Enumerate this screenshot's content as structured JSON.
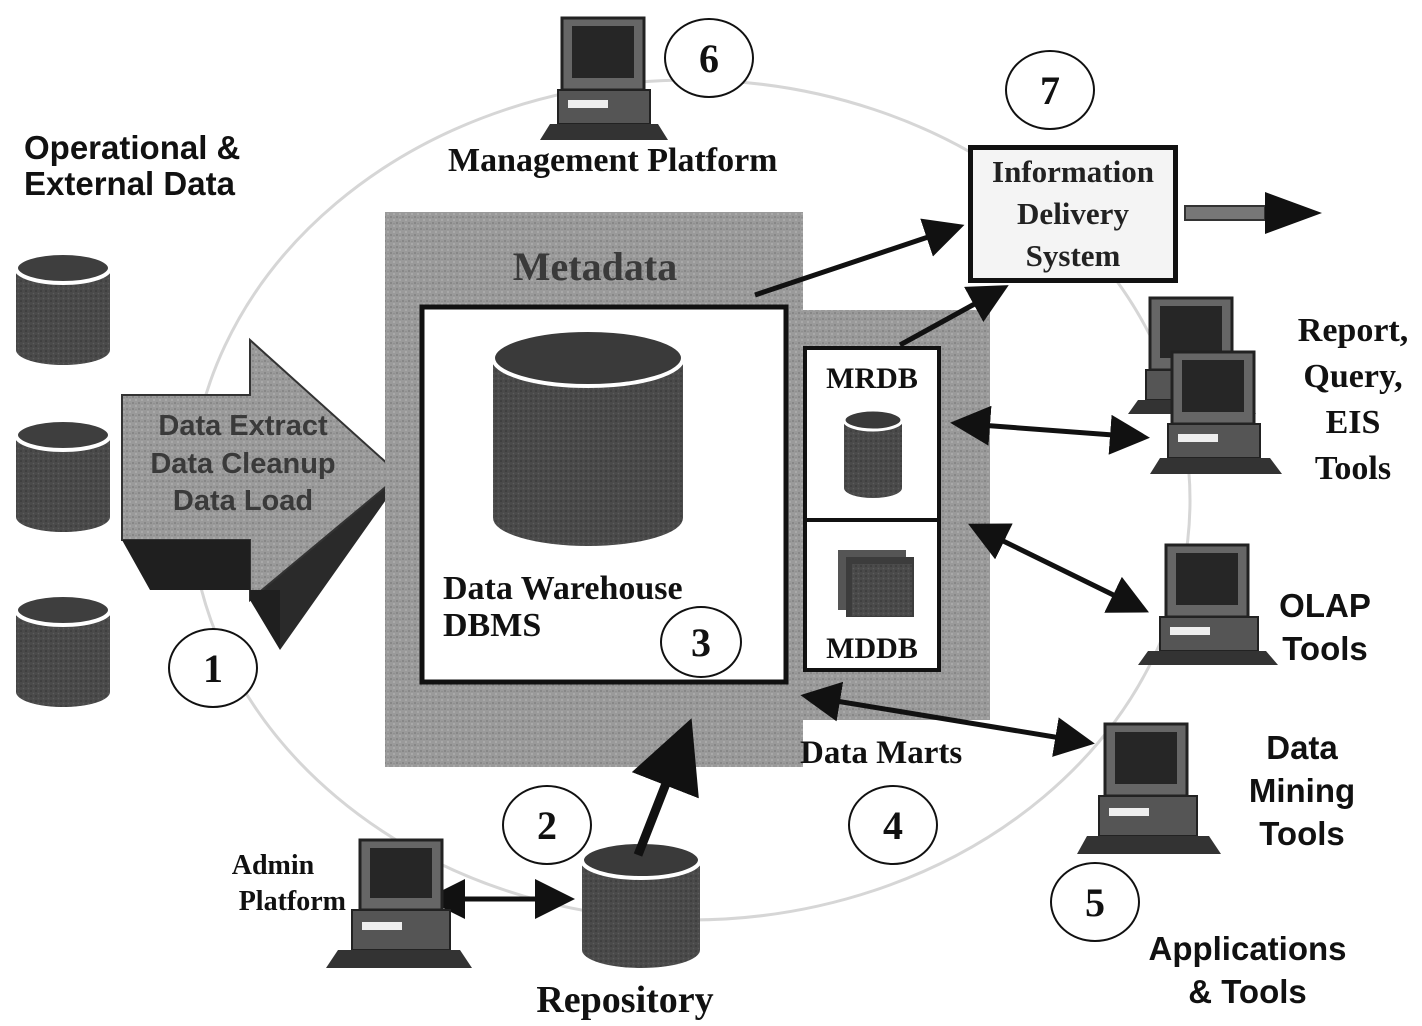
{
  "sources": {
    "title_line1": "Operational &",
    "title_line2": "External Data"
  },
  "etl": {
    "line1": "Data Extract",
    "line2": "Data Cleanup",
    "line3": "Data Load"
  },
  "metadata": {
    "label": "Metadata"
  },
  "warehouse": {
    "line1": "Data Warehouse",
    "line2": "DBMS"
  },
  "data_marts": {
    "label": "Data Marts",
    "mrdb": "MRDB",
    "mddb": "MDDB"
  },
  "management": {
    "label": "Management Platform"
  },
  "ids": {
    "line1": "Information",
    "line2": "Delivery",
    "line3": "System"
  },
  "tools": {
    "report_line1": "Report,",
    "report_line2": "Query,",
    "report_line3": "EIS",
    "report_line4": "Tools",
    "olap_line1": "OLAP",
    "olap_line2": "Tools",
    "mining_line1": "Data",
    "mining_line2": "Mining",
    "mining_line3": "Tools",
    "apps_line1": "Applications",
    "apps_line2": "& Tools"
  },
  "admin": {
    "line1": "Admin",
    "line2": "Platform"
  },
  "repository": {
    "label": "Repository"
  },
  "numbers": {
    "n1": "1",
    "n2": "2",
    "n3": "3",
    "n4": "4",
    "n5": "5",
    "n6": "6",
    "n7": "7"
  }
}
